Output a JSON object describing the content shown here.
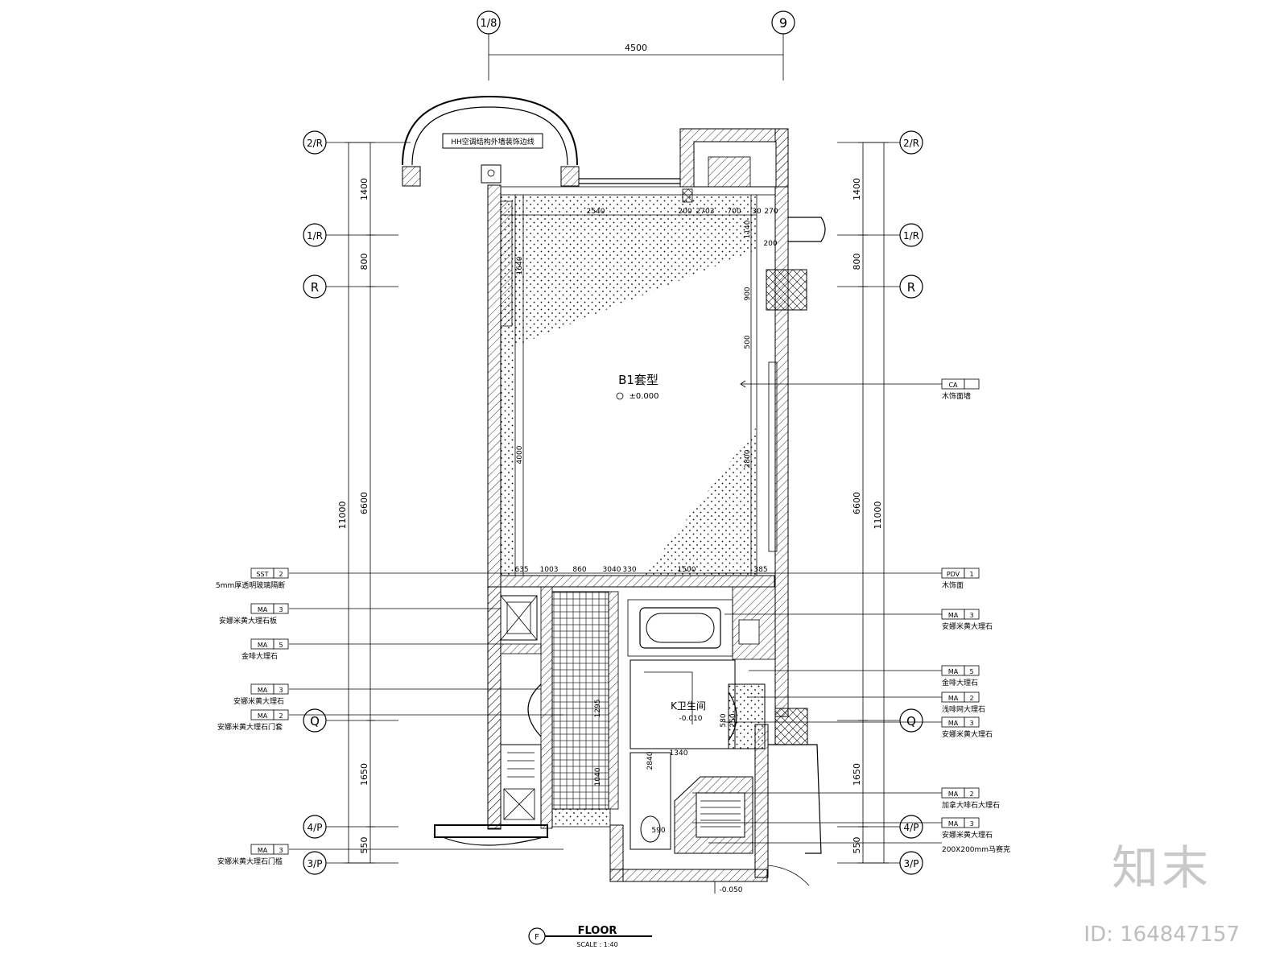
{
  "grid": {
    "top": [
      "1/8",
      "9"
    ],
    "rows": [
      "2/R",
      "1/R",
      "R",
      "Q",
      "4/P",
      "3/P"
    ]
  },
  "dims": {
    "top_width": "4500",
    "left_total": "11000",
    "left_segments": [
      "1400",
      "800",
      "6600",
      "1650",
      "550"
    ],
    "right_total": "11000",
    "right_segments": [
      "1400",
      "800",
      "6600",
      "1650",
      "550"
    ]
  },
  "room": {
    "name": "B1套型",
    "level": "±0.000",
    "bath_name": "K卫生间",
    "bath_level": "-0.010",
    "floor_level": "-0.050"
  },
  "balcony_label": "HH空调结构外墙装饰边线",
  "inner_dims": [
    "2540",
    "200",
    "2703",
    "700",
    "30",
    "270",
    "1140",
    "200",
    "900",
    "500",
    "4000",
    "2800",
    "1640",
    "635",
    "1003",
    "860",
    "3040",
    "330",
    "1500",
    "385",
    "1340",
    "580",
    "250",
    "590",
    "2840",
    "1295",
    "1040"
  ],
  "tags_left": [
    {
      "code": "SST",
      "num": "2",
      "desc": "5mm厚透明玻璃隔断"
    },
    {
      "code": "MA",
      "num": "3",
      "desc": "安娜米黄大理石板"
    },
    {
      "code": "MA",
      "num": "5",
      "desc": "金啡大理石"
    },
    {
      "code": "MA",
      "num": "3",
      "desc": "安娜米黄大理石"
    },
    {
      "code": "MA",
      "num": "2",
      "desc": "安娜米黄大理石门套"
    },
    {
      "code": "MA",
      "num": "3",
      "desc": "安娜米黄大理石门槛"
    }
  ],
  "tags_right": [
    {
      "code": "CA",
      "num": "",
      "desc": "木饰面墙"
    },
    {
      "code": "PDV",
      "num": "1",
      "desc": "木饰面"
    },
    {
      "code": "MA",
      "num": "3",
      "desc": "安娜米黄大理石"
    },
    {
      "code": "MA",
      "num": "5",
      "desc": "金啡大理石"
    },
    {
      "code": "MA",
      "num": "2",
      "desc": "浅啡网大理石"
    },
    {
      "code": "MA",
      "num": "3",
      "desc": "安娜米黄大理石"
    },
    {
      "code": "MA",
      "num": "2",
      "desc": "加拿大啡石大理石"
    },
    {
      "code": "MA",
      "num": "3",
      "desc": "安娜米黄大理石"
    },
    {
      "code": "",
      "num": "",
      "desc": "200X200mm马赛克"
    }
  ],
  "title_block": {
    "marker": "F",
    "title": "FLOOR",
    "scale": "SCALE : 1:40"
  },
  "watermark": {
    "logo": "知末",
    "id": "ID: 164847157"
  }
}
